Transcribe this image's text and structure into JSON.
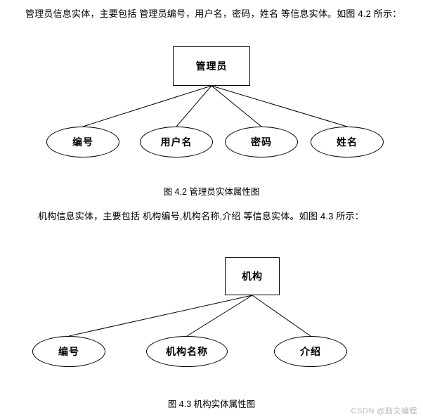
{
  "paragraphs": {
    "p1": "管理员信息实体，主要包括 管理员编号，用户名，密码，姓名 等信息实体。如图 4.2 所示：",
    "p2": "机构信息实体，主要包括 机构编号,机构名称,介绍 等信息实体。如图 4.3 所示："
  },
  "figures": [
    {
      "caption": "图 4.2 管理员实体属性图",
      "root": "管理员",
      "attributes": [
        "编号",
        "用户名",
        "密码",
        "姓名"
      ]
    },
    {
      "caption": "图 4.3 机构实体属性图",
      "root": "机构",
      "attributes": [
        "编号",
        "机构名称",
        "介绍"
      ]
    }
  ],
  "watermark": "CSDN @励文编程"
}
